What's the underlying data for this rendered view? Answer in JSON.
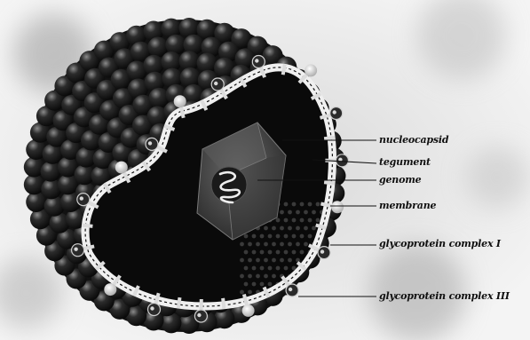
{
  "diagram": {
    "labels": [
      {
        "id": "nucleocapsid",
        "text": "nucleocapsid"
      },
      {
        "id": "tegument",
        "text": "tegument"
      },
      {
        "id": "genome",
        "text": "genome"
      },
      {
        "id": "membrane",
        "text": "membrane"
      },
      {
        "id": "glycoprotein-complex-1",
        "text": "glycoprotein complex I"
      },
      {
        "id": "glycoprotein-complex-3",
        "text": "glycoprotein complex III"
      }
    ],
    "colors": {
      "background": "#ffffff",
      "capsomer": "#1c1c1c",
      "interior": "#0b0b0b",
      "membrane": "#e8e8e8",
      "nucleocapsid": "#4a4a4a"
    }
  }
}
